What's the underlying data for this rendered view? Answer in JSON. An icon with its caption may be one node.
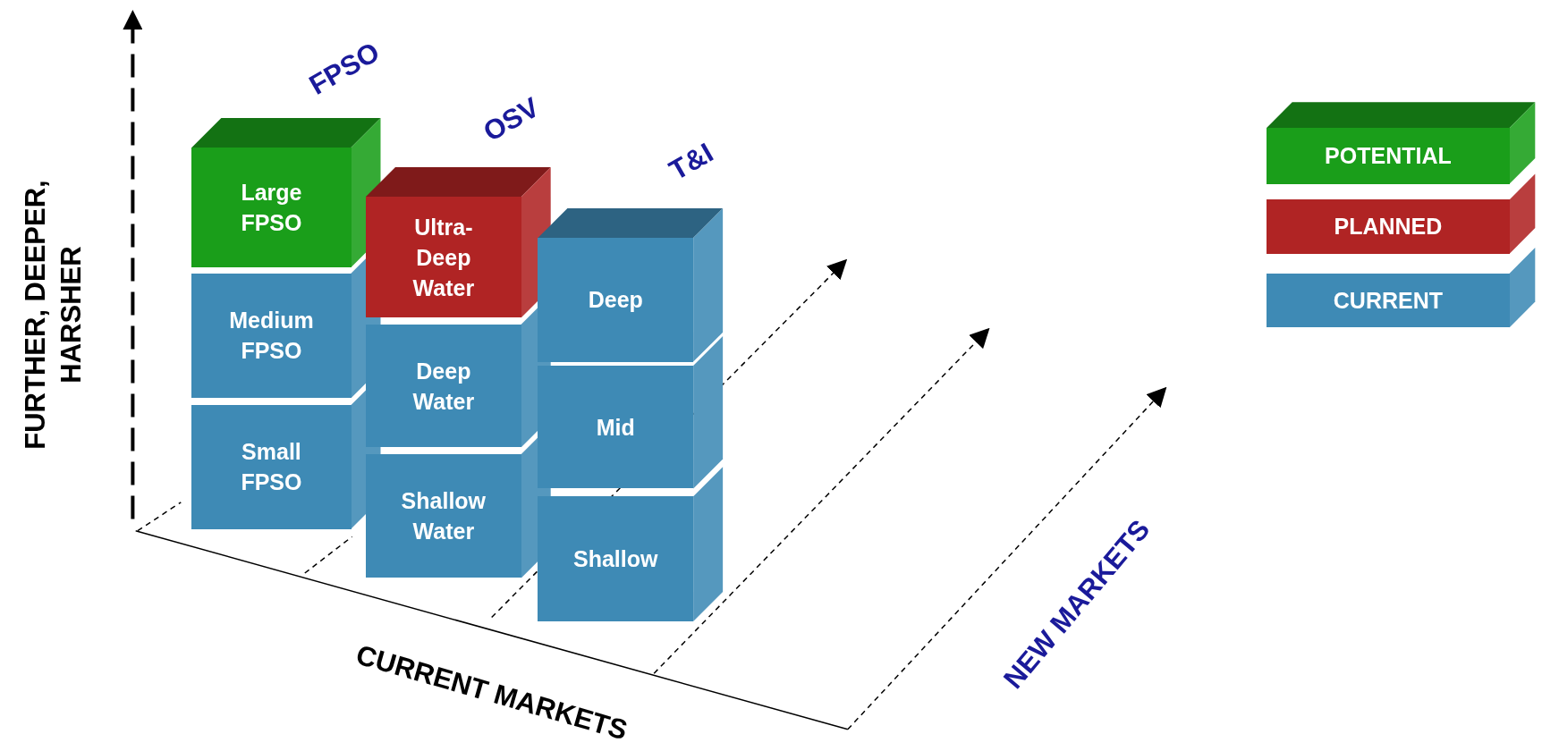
{
  "diagram": {
    "nodes": [
      {
        "text": [
          "Large FPSO"
        ]
      },
      {
        "text": [
          "Medium FPSO"
        ]
      },
      {
        "text": [
          "Small FPSO"
        ]
      },
      {
        "text": [
          "Ultra-Deep Water"
        ]
      },
      {
        "text": [
          "Deep Water"
        ]
      },
      {
        "text": [
          "Shallow Water"
        ]
      },
      {
        "text": [
          "Deep"
        ]
      },
      {
        "text": [
          "Mid"
        ]
      },
      {
        "text": [
          "Shallow"
        ]
      }
    ],
    "labels": [
      "FURTHER, DEEPER, HARSHER",
      "FPSO",
      "OSV",
      "T&I",
      "CURRENT MARKETS",
      "NEW MARKETS"
    ],
    "legend": [
      {
        "text": "POTENTIAL",
        "color": "#1a9e1a"
      },
      {
        "text": "PLANNED",
        "color": "#b02424"
      },
      {
        "text": "CURRENT",
        "color": "#3e8ab5"
      }
    ]
  }
}
